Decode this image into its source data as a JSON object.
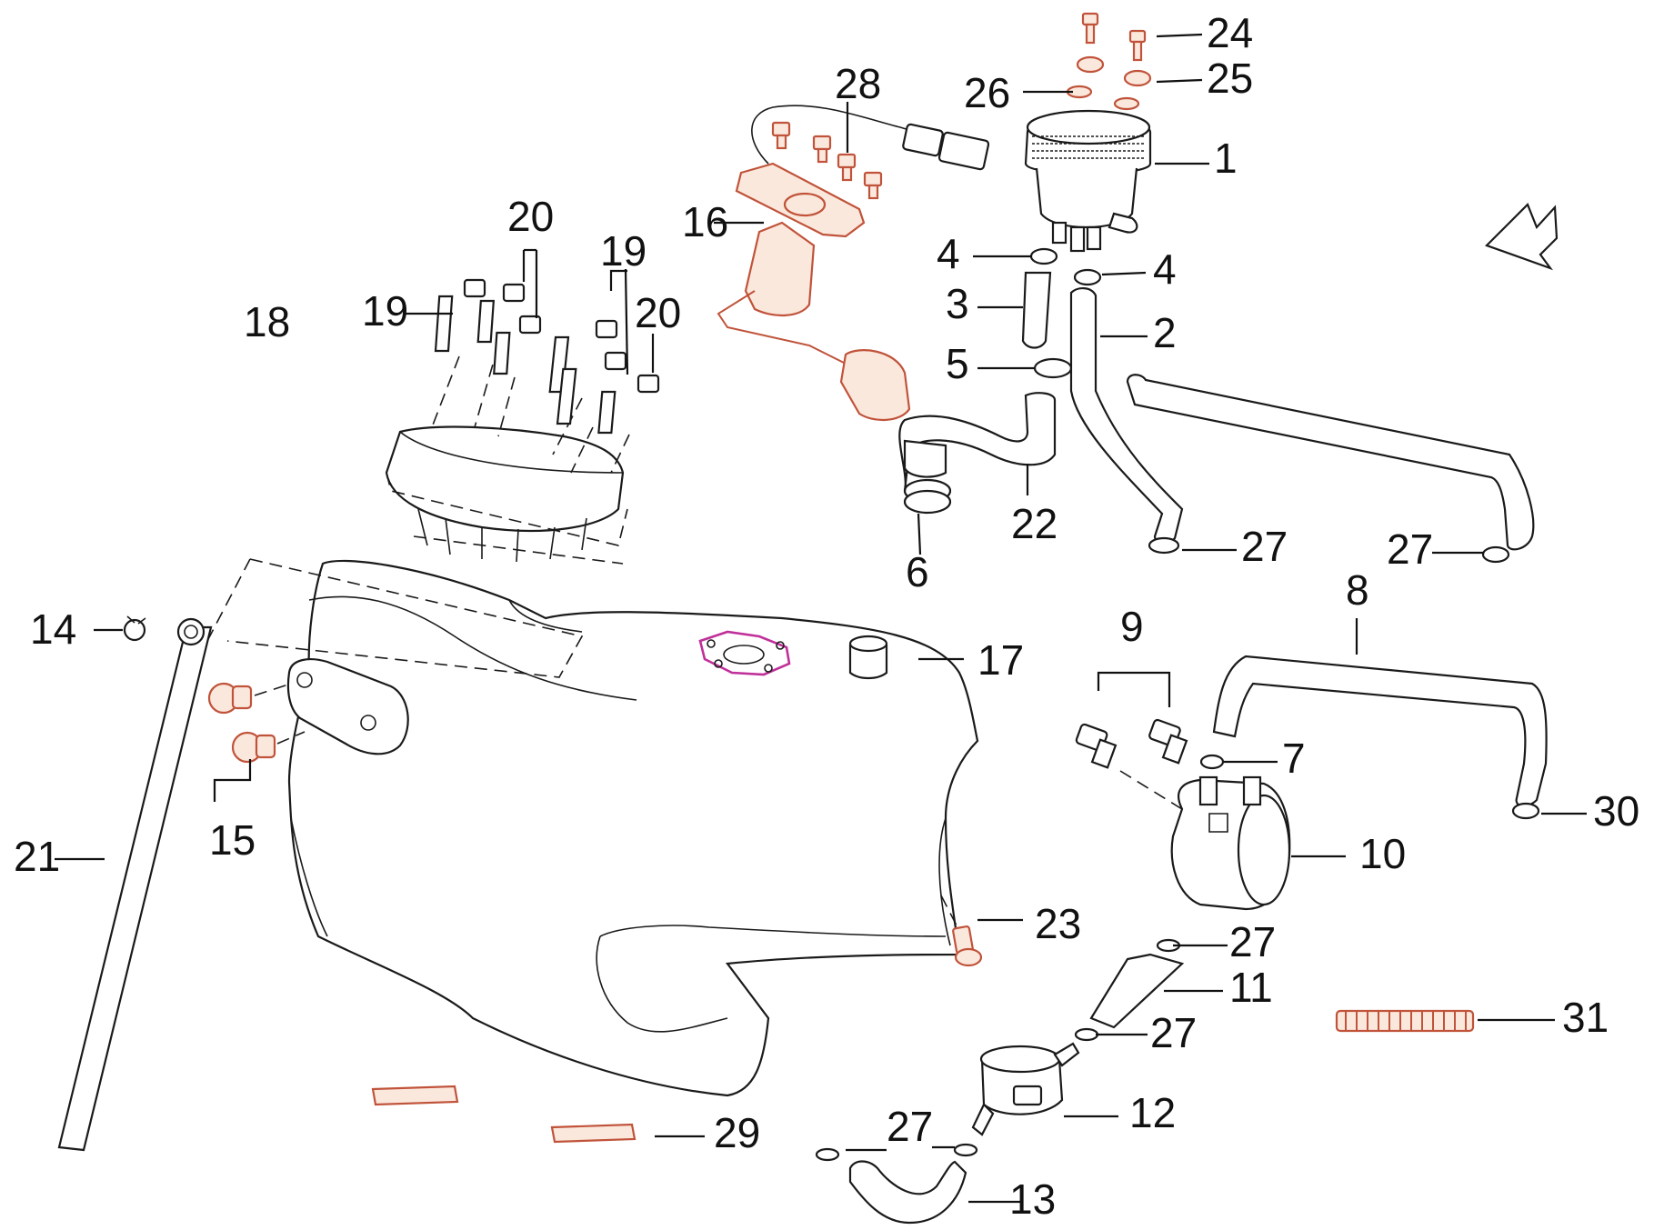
{
  "diagram": {
    "callouts": [
      {
        "id": "c1",
        "label": "1"
      },
      {
        "id": "c2",
        "label": "2"
      },
      {
        "id": "c3",
        "label": "3"
      },
      {
        "id": "c4a",
        "label": "4"
      },
      {
        "id": "c4b",
        "label": "4"
      },
      {
        "id": "c5",
        "label": "5"
      },
      {
        "id": "c6",
        "label": "6"
      },
      {
        "id": "c7",
        "label": "7"
      },
      {
        "id": "c8",
        "label": "8"
      },
      {
        "id": "c9",
        "label": "9"
      },
      {
        "id": "c10",
        "label": "10"
      },
      {
        "id": "c11",
        "label": "11"
      },
      {
        "id": "c12",
        "label": "12"
      },
      {
        "id": "c13",
        "label": "13"
      },
      {
        "id": "c14",
        "label": "14"
      },
      {
        "id": "c15",
        "label": "15"
      },
      {
        "id": "c16",
        "label": "16"
      },
      {
        "id": "c17",
        "label": "17"
      },
      {
        "id": "c18",
        "label": "18"
      },
      {
        "id": "c19a",
        "label": "19"
      },
      {
        "id": "c19b",
        "label": "19"
      },
      {
        "id": "c20a",
        "label": "20"
      },
      {
        "id": "c20b",
        "label": "20"
      },
      {
        "id": "c21",
        "label": "21"
      },
      {
        "id": "c22",
        "label": "22"
      },
      {
        "id": "c23",
        "label": "23"
      },
      {
        "id": "c24",
        "label": "24"
      },
      {
        "id": "c25",
        "label": "25"
      },
      {
        "id": "c26",
        "label": "26"
      },
      {
        "id": "c27a",
        "label": "27"
      },
      {
        "id": "c27b",
        "label": "27"
      },
      {
        "id": "c27c",
        "label": "27"
      },
      {
        "id": "c27d",
        "label": "27"
      },
      {
        "id": "c27e",
        "label": "27"
      },
      {
        "id": "c28",
        "label": "28"
      },
      {
        "id": "c29",
        "label": "29"
      },
      {
        "id": "c30",
        "label": "30"
      },
      {
        "id": "c31",
        "label": "31"
      }
    ],
    "colors": {
      "line": "#1a1a1a",
      "highlight_stroke": "#c0533a",
      "highlight_fill": "#fbe8dd",
      "gasket_highlight": "#c0309a"
    },
    "direction_arrow_icon": "arrow-down-left-icon"
  }
}
